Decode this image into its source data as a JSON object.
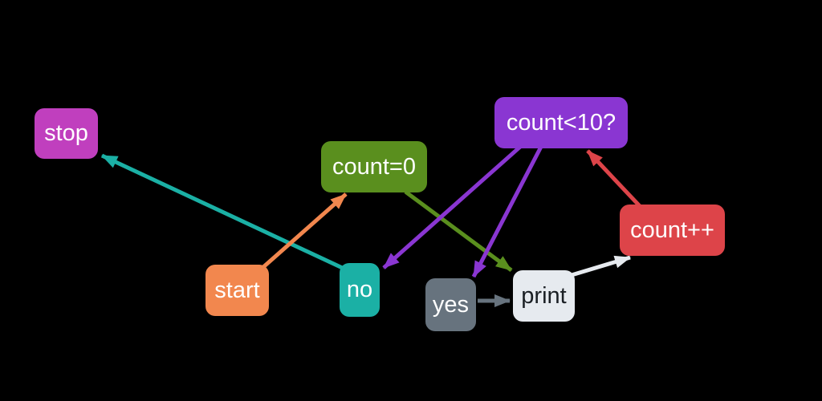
{
  "canvas": {
    "background": "#000000"
  },
  "diagram": {
    "nodes": [
      {
        "id": "stop",
        "label": "stop",
        "color": "#c03fbe",
        "text_color": "#ffffff"
      },
      {
        "id": "count_init",
        "label": "count=0",
        "color": "#5a8f1e",
        "text_color": "#ffffff"
      },
      {
        "id": "count_check",
        "label": "count<10?",
        "color": "#8a36d2",
        "text_color": "#ffffff"
      },
      {
        "id": "count_inc",
        "label": "count++",
        "color": "#dd4449",
        "text_color": "#ffffff"
      },
      {
        "id": "start",
        "label": "start",
        "color": "#f2874e",
        "text_color": "#ffffff"
      },
      {
        "id": "no",
        "label": "no",
        "color": "#1bb0a5",
        "text_color": "#ffffff"
      },
      {
        "id": "yes",
        "label": "yes",
        "color": "#67737e",
        "text_color": "#ffffff"
      },
      {
        "id": "print",
        "label": "print",
        "color": "#e6eaef",
        "text_color": "#1a1f24"
      }
    ],
    "edges": [
      {
        "from": "no",
        "to": "stop",
        "color": "#1bb0a5"
      },
      {
        "from": "start",
        "to": "count_init",
        "color": "#f2874e"
      },
      {
        "from": "count_init",
        "to": "print",
        "color": "#5a8f1e"
      },
      {
        "from": "count_check",
        "to": "no",
        "color": "#8a36d2"
      },
      {
        "from": "count_check",
        "to": "yes",
        "color": "#8a36d2"
      },
      {
        "from": "count_inc",
        "to": "count_check",
        "color": "#dd4449"
      },
      {
        "from": "yes",
        "to": "print",
        "color": "#67737e"
      },
      {
        "from": "print",
        "to": "count_inc",
        "color": "#e6eaef"
      }
    ]
  }
}
